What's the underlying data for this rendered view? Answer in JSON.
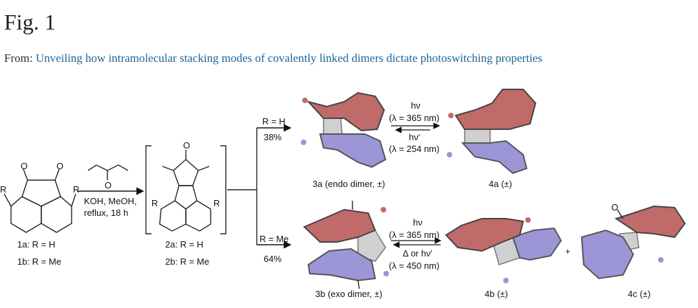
{
  "header": {
    "title": "Fig. 1",
    "from_label": "From:",
    "article_link": "Unveiling how intramolecular stacking modes of covalently linked dimers dictate photoswitching properties"
  },
  "scheme": {
    "reagent_conditions_1": "KOH, MeOH,",
    "reagent_conditions_2": "reflux, 18 h",
    "compound_1a": "1a: R = H",
    "compound_1b": "1b: R = Me",
    "compound_2a": "2a: R = H",
    "compound_2b": "2b: R = Me",
    "r_label": "R",
    "o_label": "O",
    "branch_top_label": "R = H",
    "branch_top_yield": "38%",
    "branch_bottom_label": "R = Me",
    "branch_bottom_yield": "64%",
    "top_forward": "hν",
    "top_forward_wl": "(λ = 365 nm)",
    "top_reverse": "hν′",
    "top_reverse_wl": "(λ = 254 nm)",
    "bottom_forward": "hν",
    "bottom_forward_wl": "(λ = 365 nm)",
    "bottom_reverse": "Δ or hν′",
    "bottom_reverse_wl": "(λ = 450 nm)",
    "compound_3a": "3a (endo dimer, ±)",
    "compound_4a": "4a (±)",
    "compound_3b": "3b (exo dimer, ±)",
    "compound_4b": "4b (±)",
    "compound_4c": "4c (±)",
    "plus": "+"
  },
  "colors": {
    "link": "#1e6496",
    "upper_unit": "#c06a6a",
    "lower_unit": "#9c95d6"
  }
}
